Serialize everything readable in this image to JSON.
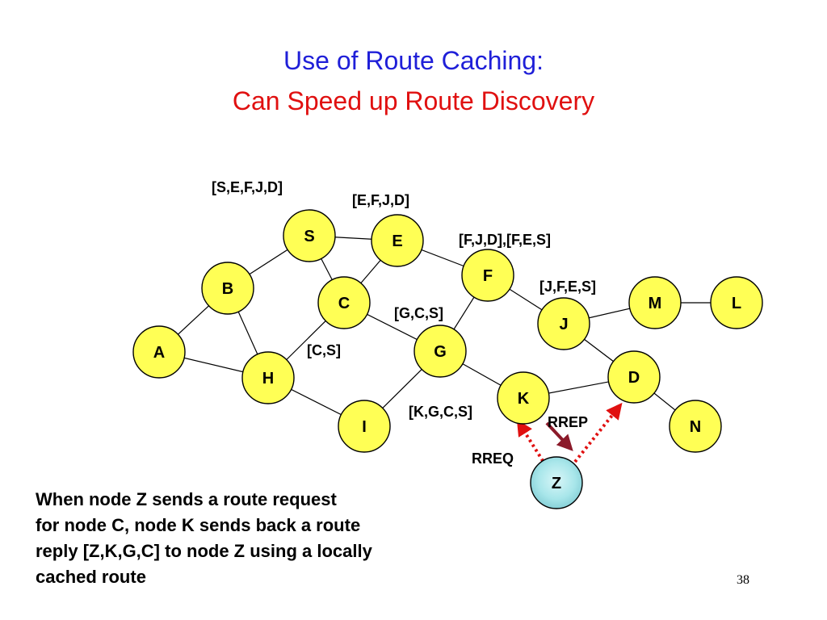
{
  "title": {
    "line1": "Use of Route Caching:",
    "line2": "Can Speed up Route Discovery"
  },
  "colors": {
    "title_line1": "#1f1fd8",
    "title_line2": "#e01010",
    "node_fill": "#ffff55",
    "node_z_fill": "#a8e6ea",
    "rreq_arrow": "#e01010",
    "rrep_arrow": "#8b1a2a",
    "edge": "#000000"
  },
  "nodes": [
    "S",
    "E",
    "F",
    "B",
    "C",
    "M",
    "L",
    "J",
    "A",
    "G",
    "H",
    "D",
    "K",
    "I",
    "N",
    "Z"
  ],
  "edges": [
    [
      "S",
      "E"
    ],
    [
      "S",
      "B"
    ],
    [
      "S",
      "C"
    ],
    [
      "E",
      "C"
    ],
    [
      "E",
      "F"
    ],
    [
      "F",
      "G"
    ],
    [
      "F",
      "J"
    ],
    [
      "B",
      "A"
    ],
    [
      "B",
      "H"
    ],
    [
      "A",
      "H"
    ],
    [
      "C",
      "H"
    ],
    [
      "C",
      "G"
    ],
    [
      "H",
      "I"
    ],
    [
      "G",
      "I"
    ],
    [
      "G",
      "K"
    ],
    [
      "J",
      "M"
    ],
    [
      "M",
      "L"
    ],
    [
      "J",
      "D"
    ],
    [
      "K",
      "D"
    ],
    [
      "D",
      "N"
    ]
  ],
  "route_labels": {
    "s": "[S,E,F,J,D]",
    "e": "[E,F,J,D]",
    "f": "[F,J,D],[F,E,S]",
    "j": "[J,F,E,S]",
    "g": "[G,C,S]",
    "c": "[C,S]",
    "k": "[K,G,C,S]"
  },
  "arrow_labels": {
    "rrep": "RREP",
    "rreq": "RREQ"
  },
  "caption": [
    "When node Z sends a route request",
    "for node C, node K sends back a route",
    "reply [Z,K,G,C] to node Z using a locally",
    "cached route"
  ],
  "slide_number": "38"
}
